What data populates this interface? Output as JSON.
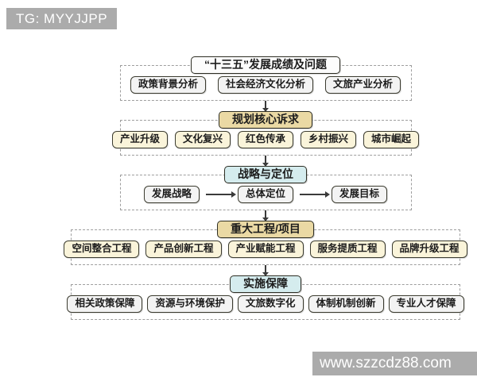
{
  "watermarks": {
    "top_left": "TG: MYYJJPP",
    "bottom_right": "www.szzcdz88.com"
  },
  "colors": {
    "watermark_bg": "#ababab",
    "header_tan": "#ead9a4",
    "header_cyan": "#d5ecee",
    "item_cream": "#faf4da",
    "item_plain": "#f3f3f3",
    "border_dark": "#2e2e24",
    "dashed_border": "#9e9e9e"
  },
  "flowchart": {
    "sections": [
      {
        "header": "“十三五”发展成绩及问题",
        "items": [
          "政策背景分析",
          "社会经济文化分析",
          "文旅产业分析"
        ]
      },
      {
        "header": "规划核心诉求",
        "items": [
          "产业升级",
          "文化复兴",
          "红色传承",
          "乡村振兴",
          "城市崛起"
        ]
      },
      {
        "header": "战略与定位",
        "items": [
          "发展战略",
          "总体定位",
          "发展目标"
        ]
      },
      {
        "header": "重大工程/项目",
        "items": [
          "空间整合工程",
          "产品创新工程",
          "产业赋能工程",
          "服务提质工程",
          "品牌升级工程"
        ]
      },
      {
        "header": "实施保障",
        "items": [
          "相关政策保障",
          "资源与环境保护",
          "文旅数字化",
          "体制机制创新",
          "专业人才保障"
        ]
      }
    ]
  }
}
